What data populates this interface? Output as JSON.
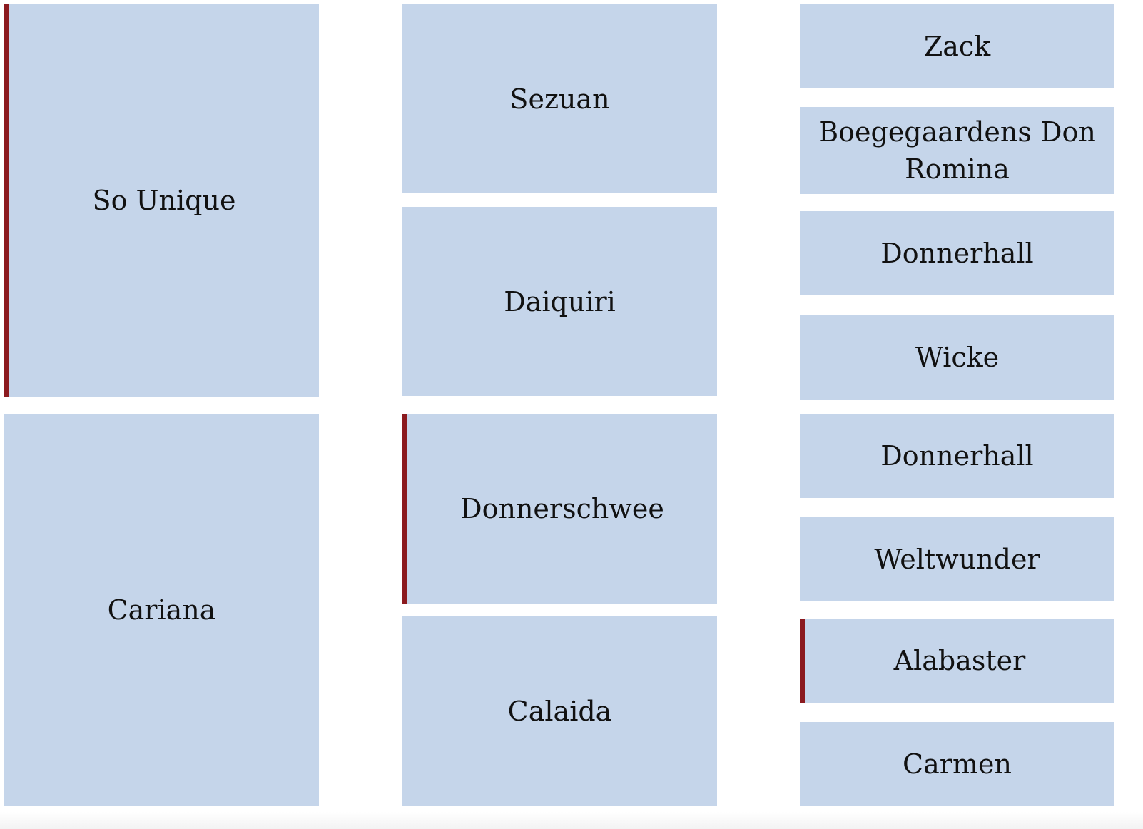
{
  "pedigree": {
    "generations": [
      {
        "ancestors": [
          {
            "name": "So Unique",
            "highlighted": true
          },
          {
            "name": "Cariana",
            "highlighted": false
          }
        ]
      },
      {
        "ancestors": [
          {
            "name": "Sezuan",
            "highlighted": false
          },
          {
            "name": "Daiquiri",
            "highlighted": false
          },
          {
            "name": "Donnerschwee",
            "highlighted": true
          },
          {
            "name": "Calaida",
            "highlighted": false
          }
        ]
      },
      {
        "ancestors": [
          {
            "name": "Zack",
            "highlighted": false
          },
          {
            "name": "Boegegaardens Don Romina",
            "highlighted": false
          },
          {
            "name": "Donnerhall",
            "highlighted": false
          },
          {
            "name": "Wicke",
            "highlighted": false
          },
          {
            "name": "Donnerhall",
            "highlighted": false
          },
          {
            "name": "Weltwunder",
            "highlighted": false
          },
          {
            "name": "Alabaster",
            "highlighted": true
          },
          {
            "name": "Carmen",
            "highlighted": false
          }
        ]
      }
    ]
  },
  "colors": {
    "box_fill": "#c5d5ea",
    "highlight_bar": "#8b1a1f",
    "text": "#111111"
  }
}
